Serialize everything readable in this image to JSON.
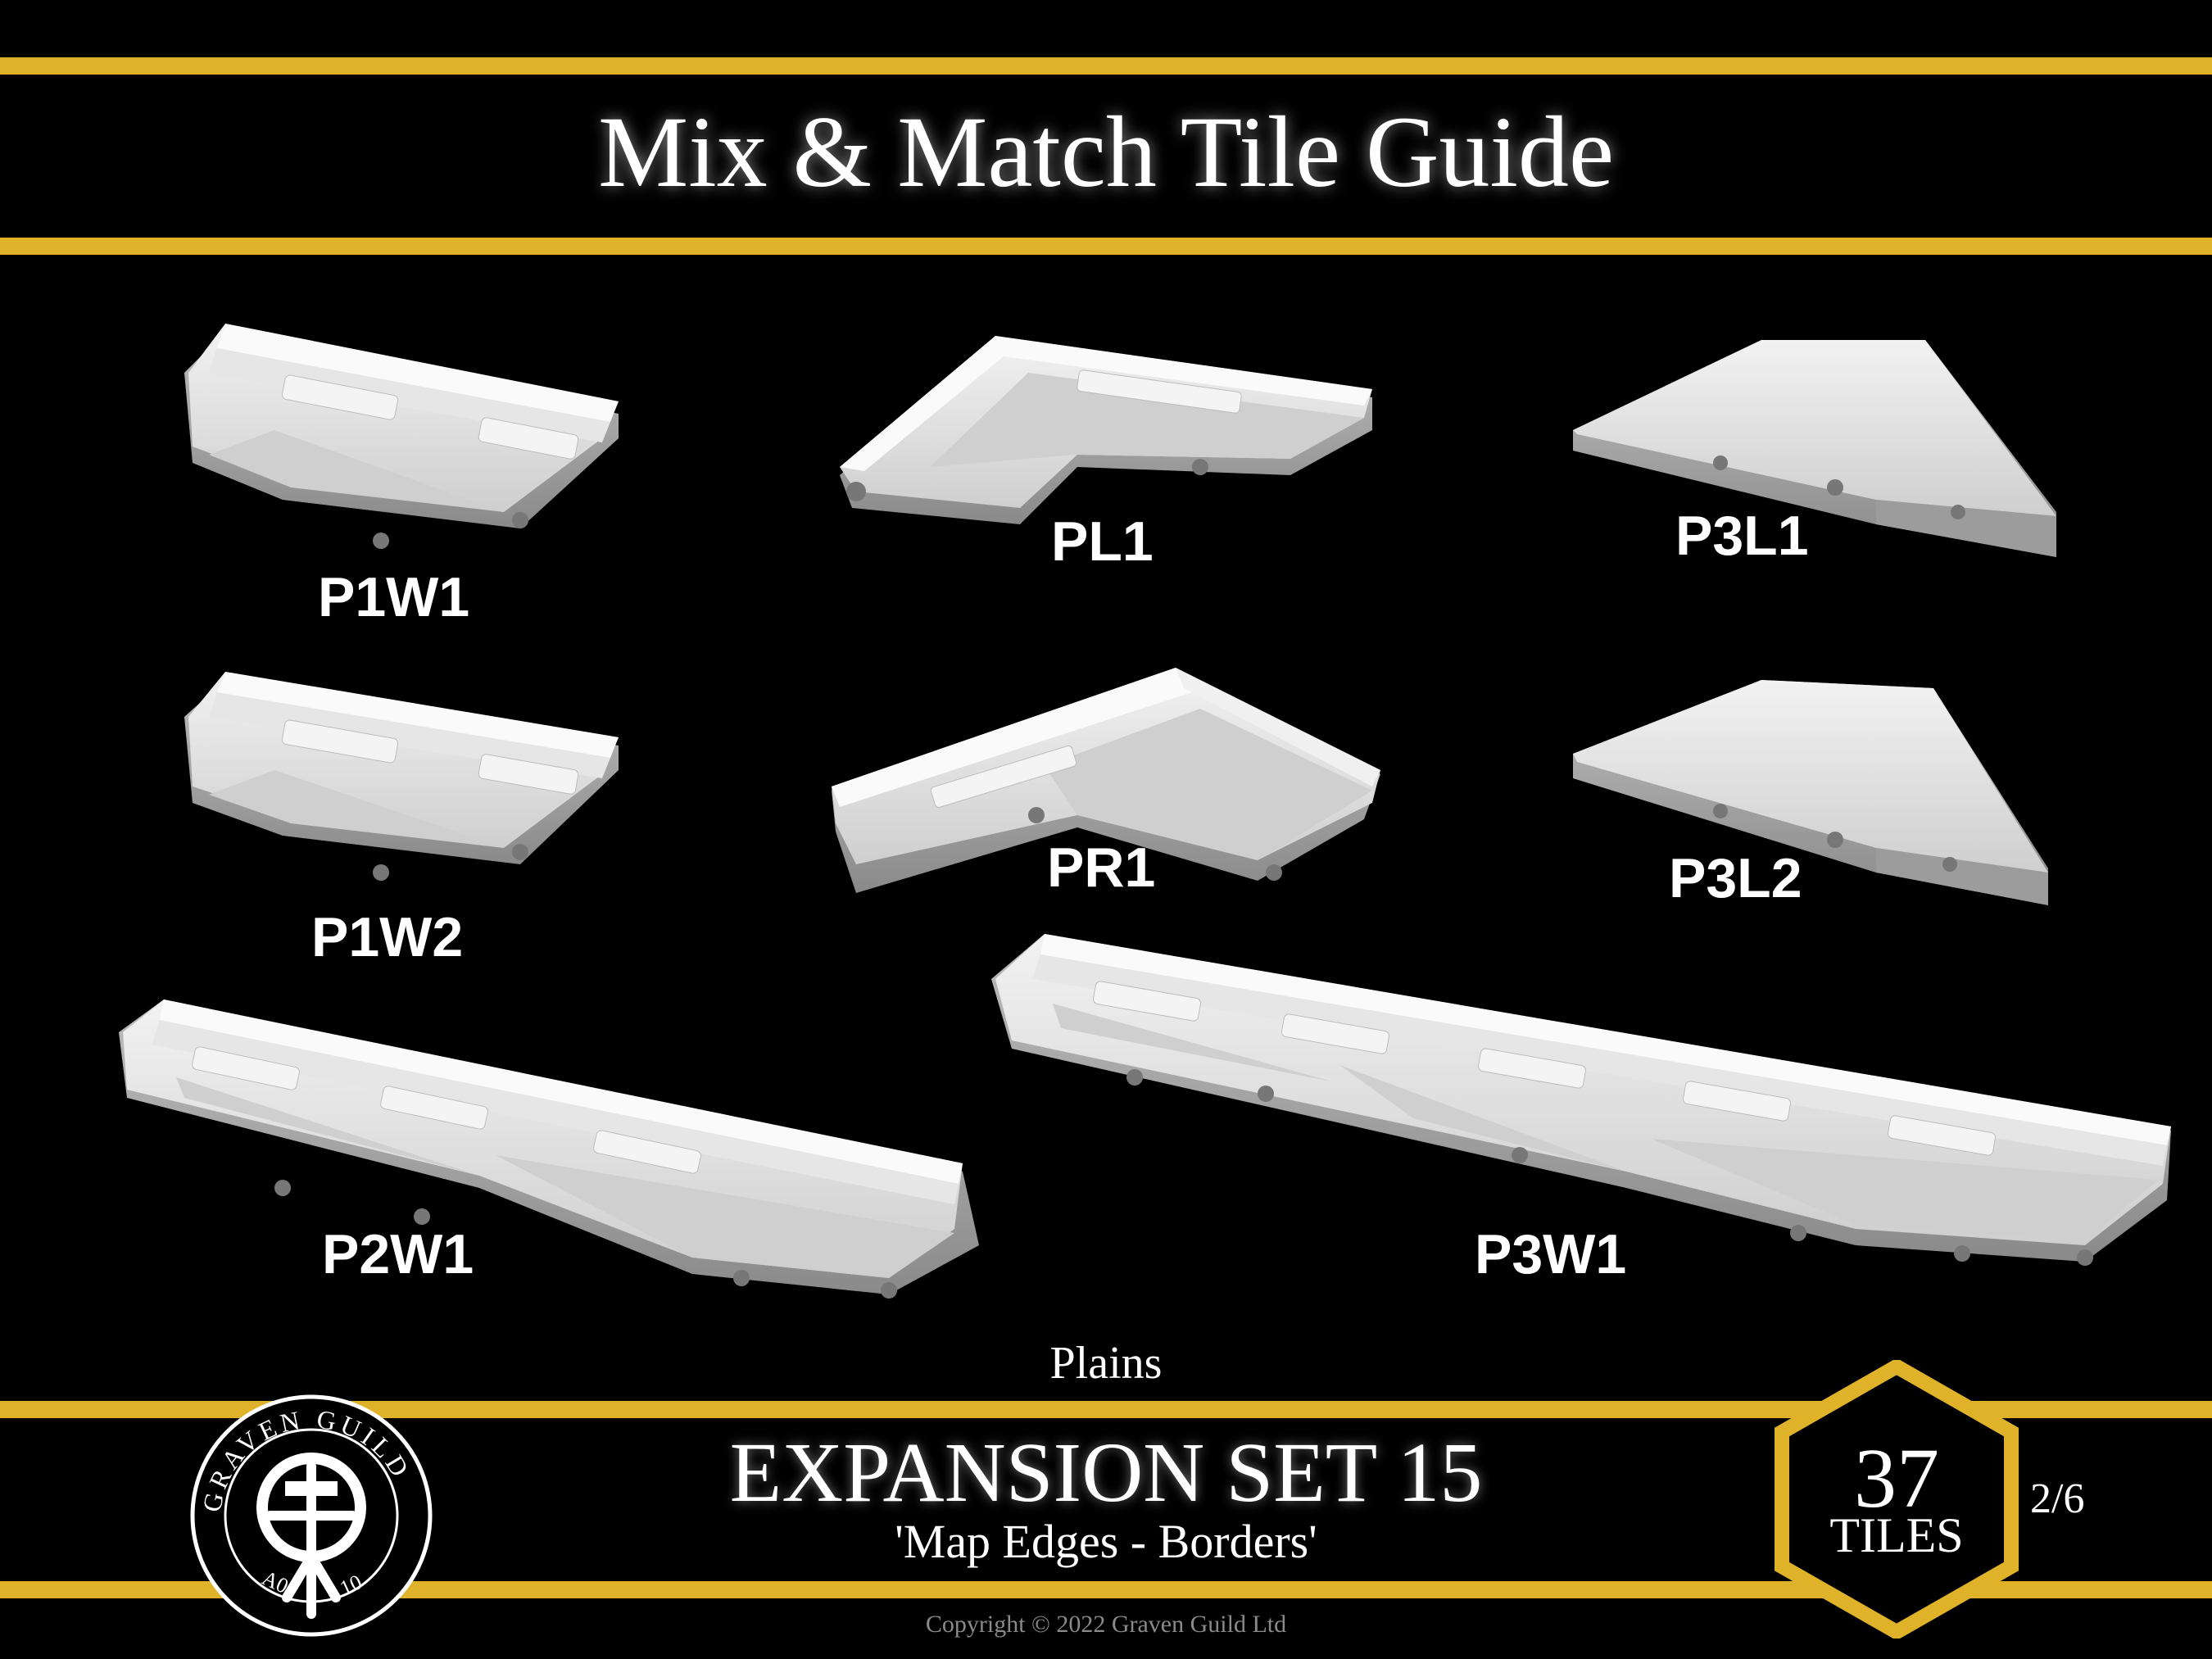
{
  "header": {
    "title": "Mix & Match Tile Guide"
  },
  "tiles": [
    {
      "code": "P1W1",
      "type": "wall-corner"
    },
    {
      "code": "PL1",
      "type": "left-turn"
    },
    {
      "code": "P3L1",
      "type": "plain-slab"
    },
    {
      "code": "P1W2",
      "type": "wall-corner"
    },
    {
      "code": "PR1",
      "type": "right-turn"
    },
    {
      "code": "P3L2",
      "type": "plain-slab"
    },
    {
      "code": "P2W1",
      "type": "double-wall"
    },
    {
      "code": "P3W1",
      "type": "triple-wall"
    }
  ],
  "footer": {
    "category": "Plains",
    "set_title": "EXPANSION SET 15",
    "set_subtitle": "'Map Edges - Borders'",
    "tile_count": "37",
    "tile_unit": "TILES",
    "page_indicator": "2/6",
    "copyright": "Copyright © 2022 Graven Guild Ltd"
  },
  "logo": {
    "text": "GRAVEN GUILD",
    "left_mark": "A0",
    "right_mark": "10"
  },
  "colors": {
    "accent": "#e0b22a",
    "background": "#000000",
    "tile": "#d9d9d9"
  }
}
